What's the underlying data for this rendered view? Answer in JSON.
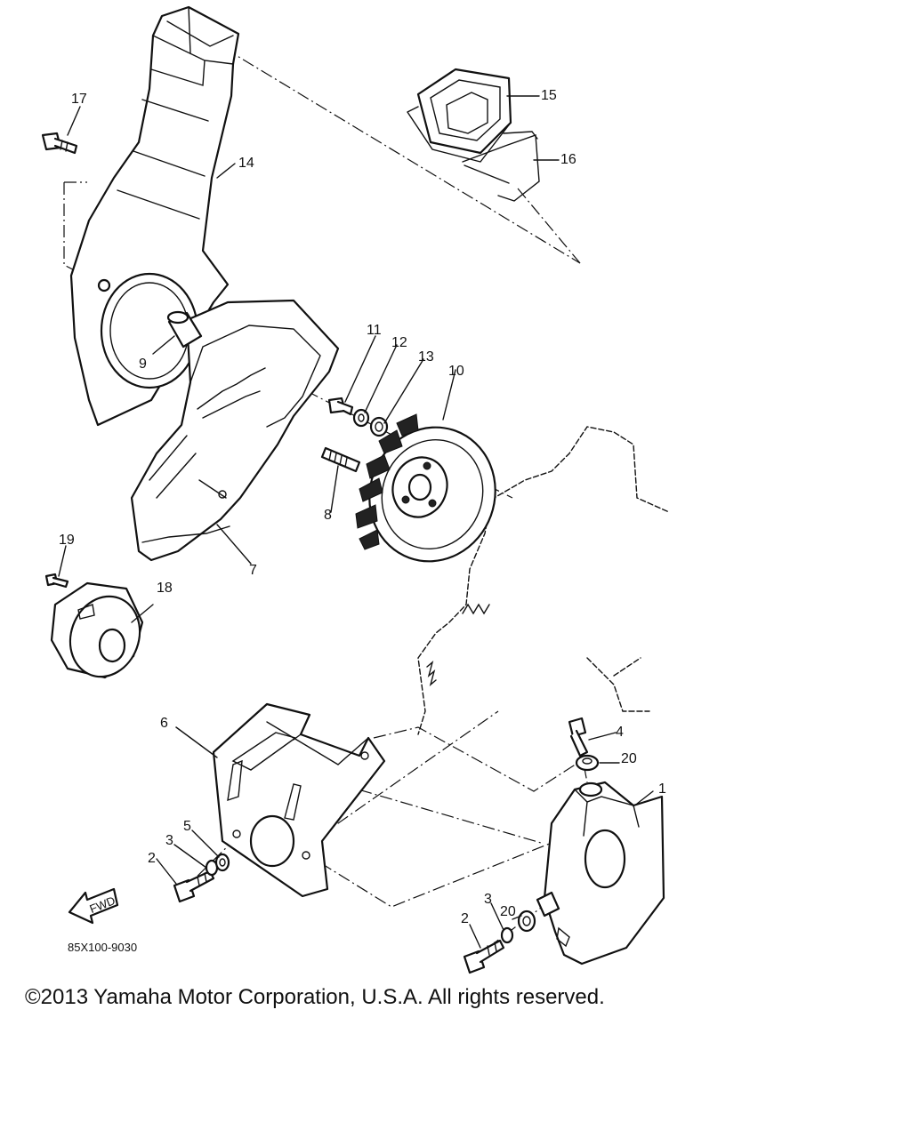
{
  "parts": {
    "p1": "1",
    "p2a": "2",
    "p2b": "2",
    "p3a": "3",
    "p3b": "3",
    "p4": "4",
    "p5": "5",
    "p6": "6",
    "p7": "7",
    "p8": "8",
    "p9": "9",
    "p10": "10",
    "p11": "11",
    "p12": "12",
    "p13": "13",
    "p14": "14",
    "p15": "15",
    "p16": "16",
    "p17": "17",
    "p18": "18",
    "p19": "19",
    "p20a": "20",
    "p20b": "20"
  },
  "fwd_label": "FWD",
  "diagram_code": "85X100-9030",
  "copyright": "©2013 Yamaha Motor Corporation, U.S.A. All rights reserved."
}
